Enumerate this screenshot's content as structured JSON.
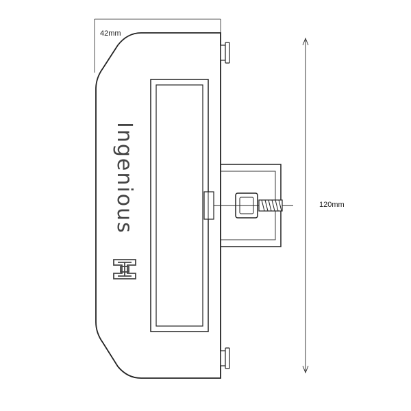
{
  "drawing": {
    "brand": "Ingenious",
    "dimensions": {
      "width_label": "42mm",
      "height_label": "120mm"
    },
    "colors": {
      "stroke": "#222222",
      "brand_text": "#444444",
      "background": "#ffffff"
    },
    "icons": [
      "logo-icon",
      "bolt-icon",
      "nut-icon",
      "threaded-rod-icon"
    ]
  }
}
